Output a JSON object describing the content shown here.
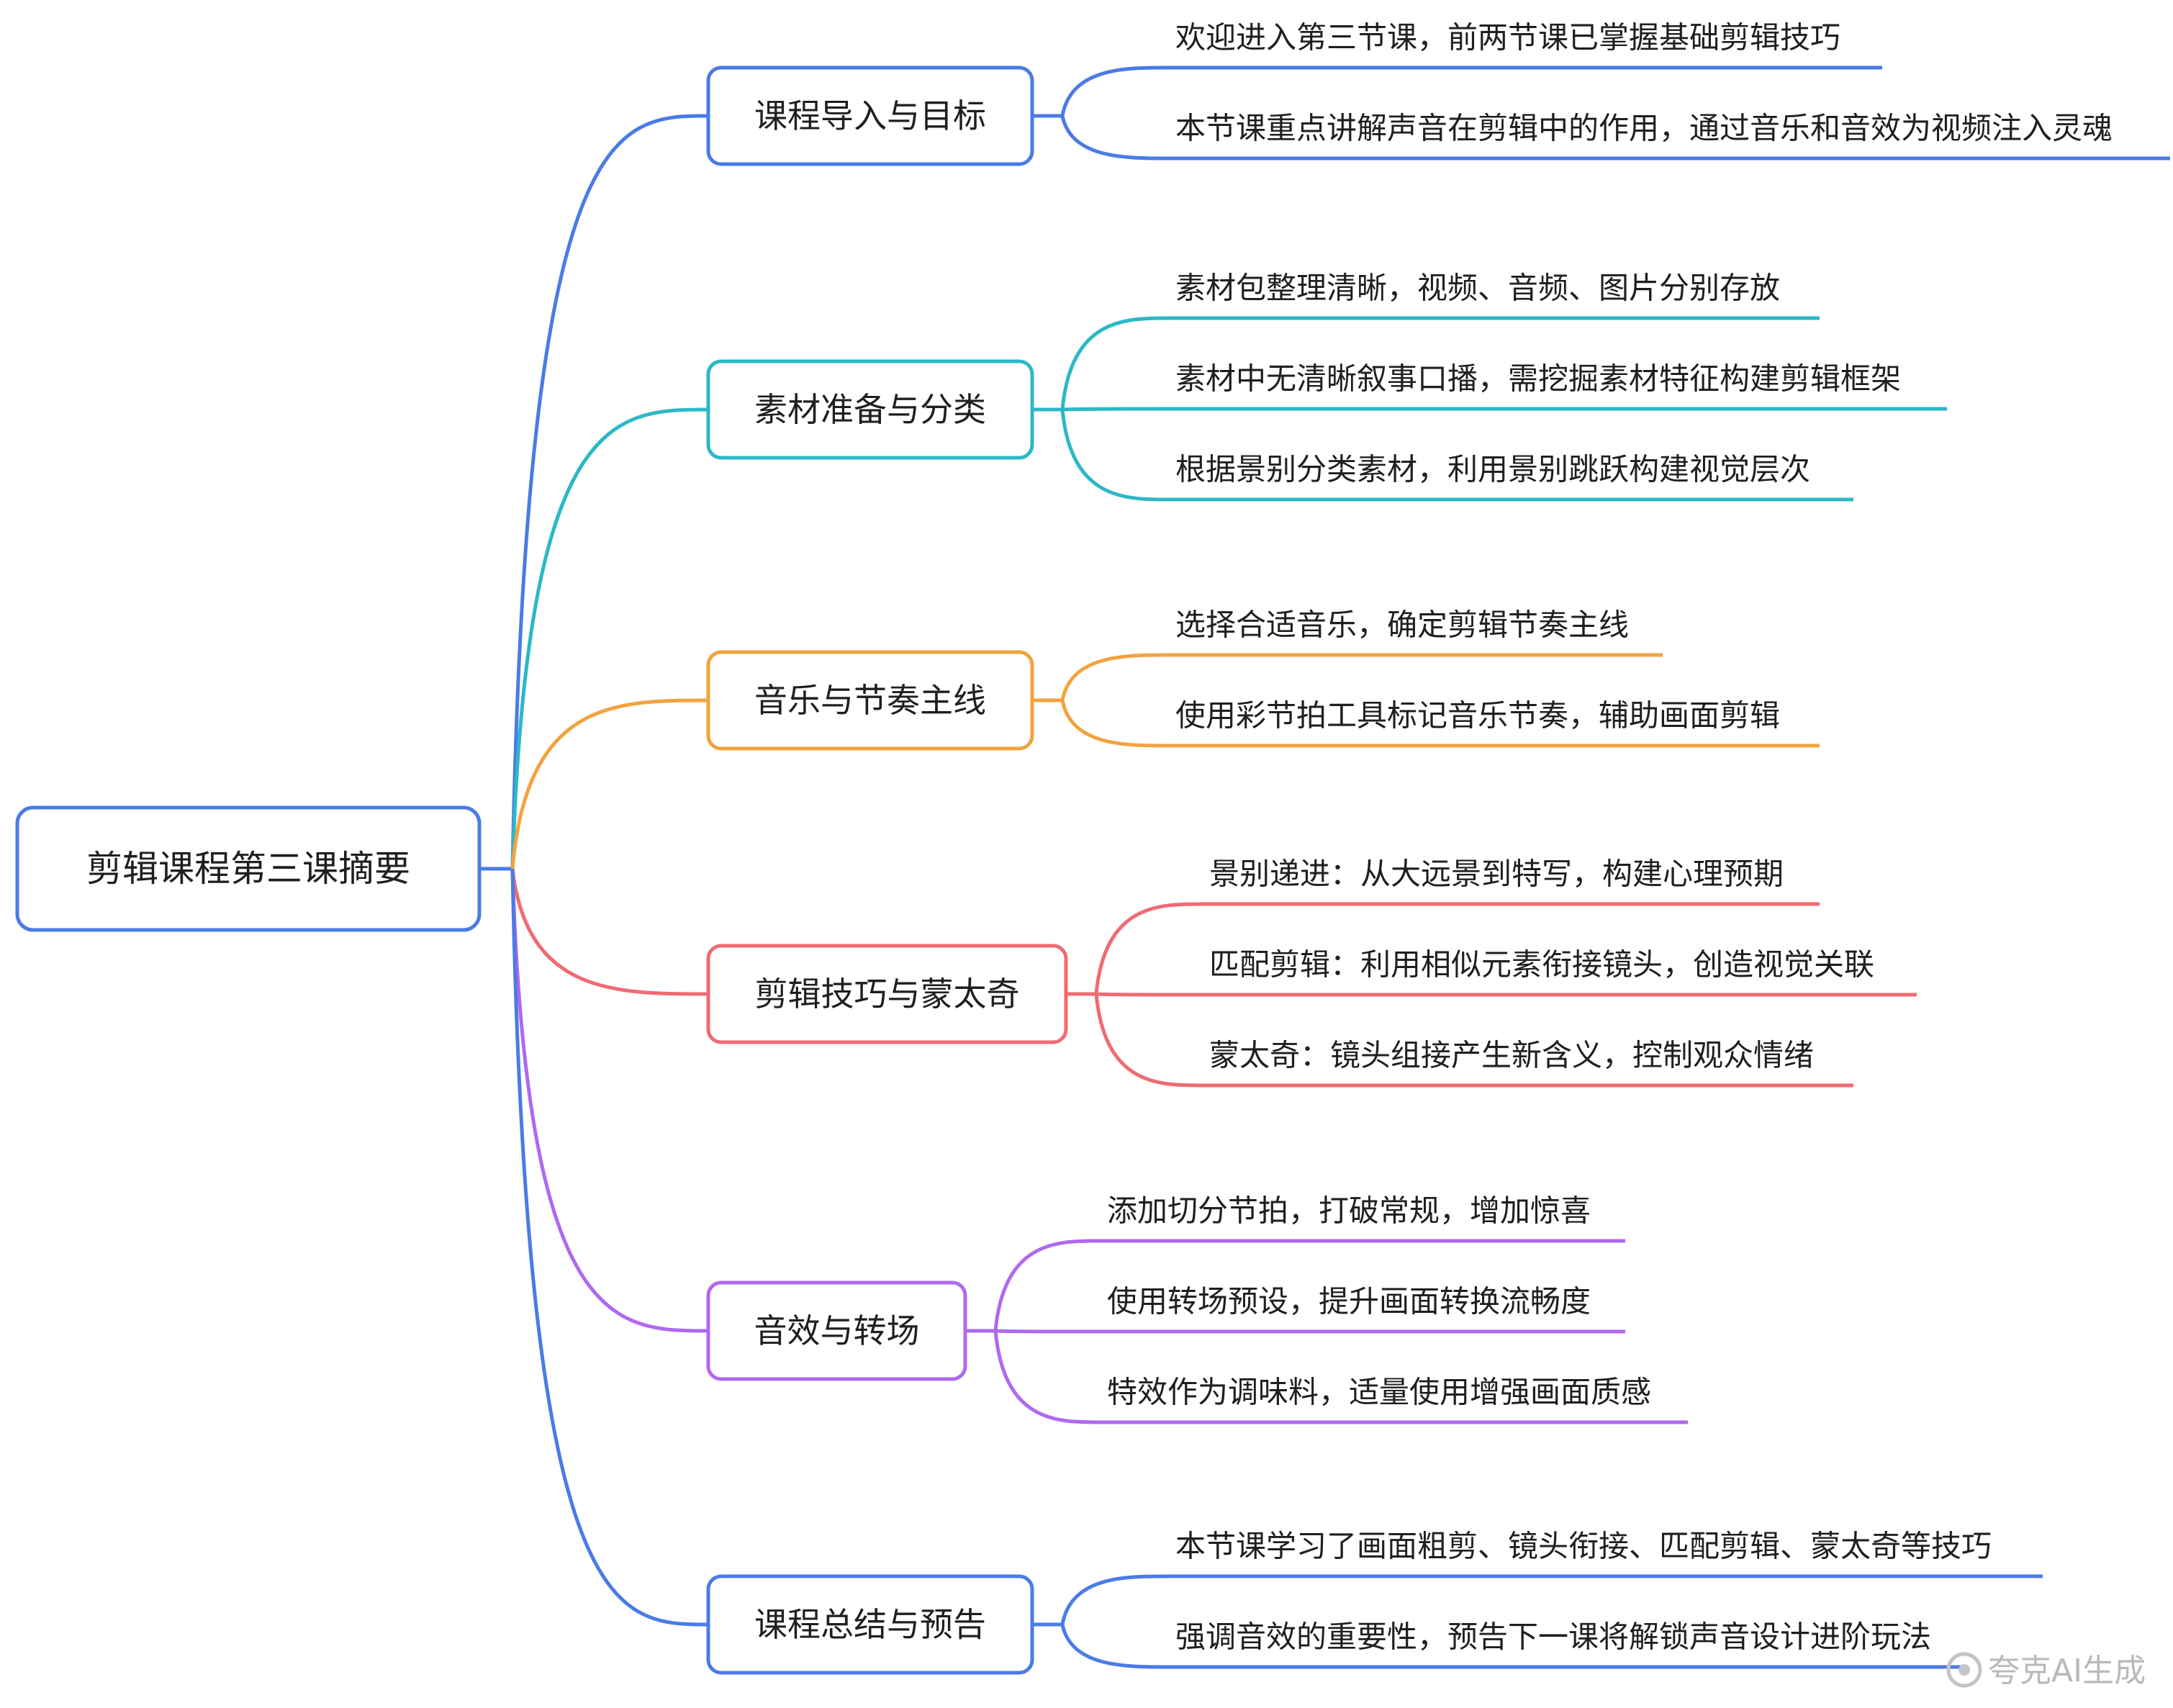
{
  "root": {
    "label": "剪辑课程第三课摘要",
    "color": "#4a7be6"
  },
  "branches": [
    {
      "label": "课程导入与目标",
      "color": "#4a7be6",
      "items": [
        "欢迎进入第三节课，前两节课已掌握基础剪辑技巧",
        "本节课重点讲解声音在剪辑中的作用，通过音乐和音效为视频注入灵魂"
      ]
    },
    {
      "label": "素材准备与分类",
      "color": "#2bb8c6",
      "items": [
        "素材包整理清晰，视频、音频、图片分别存放",
        "素材中无清晰叙事口播，需挖掘素材特征构建剪辑框架",
        "根据景别分类素材，利用景别跳跃构建视觉层次"
      ]
    },
    {
      "label": "音乐与节奏主线",
      "color": "#f2a33f",
      "items": [
        "选择合适音乐，确定剪辑节奏主线",
        "使用彩节拍工具标记音乐节奏，辅助画面剪辑"
      ]
    },
    {
      "label": "剪辑技巧与蒙太奇",
      "color": "#ef6b72",
      "items": [
        "景别递进：从大远景到特写，构建心理预期",
        "匹配剪辑：利用相似元素衔接镜头，创造视觉关联",
        "蒙太奇：镜头组接产生新含义，控制观众情绪"
      ]
    },
    {
      "label": "音效与转场",
      "color": "#b069ee",
      "items": [
        "添加切分节拍，打破常规，增加惊喜",
        "使用转场预设，提升画面转换流畅度",
        "特效作为调味料，适量使用增强画面质感"
      ]
    },
    {
      "label": "课程总结与预告",
      "color": "#4a7be6",
      "items": [
        "本节课学习了画面粗剪、镜头衔接、匹配剪辑、蒙太奇等技巧",
        "强调音效的重要性，预告下一课将解锁声音设计进阶玩法"
      ]
    }
  ],
  "watermark": {
    "label": "夸克AI生成",
    "icon": "quark-logo-icon"
  }
}
